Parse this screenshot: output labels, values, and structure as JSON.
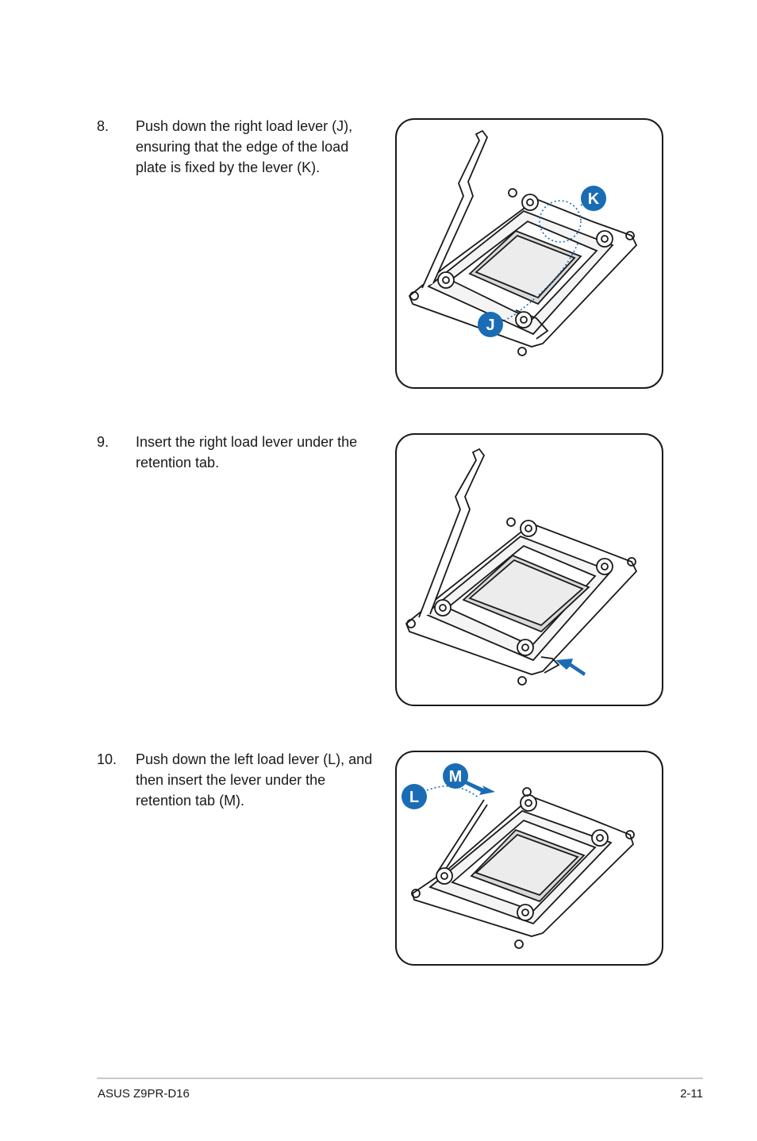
{
  "steps": [
    {
      "number": "8.",
      "text": "Push down the right load lever (J), ensuring that the edge of the load plate is fixed by the lever (K)."
    },
    {
      "number": "9.",
      "text": "Insert the right load lever under the retention tab."
    },
    {
      "number": "10.",
      "text": "Push down the left load lever (L), and then insert the lever under the retention tab (M)."
    }
  ],
  "callouts": {
    "fig1_k": "K",
    "fig1_j": "J",
    "fig3_m": "M",
    "fig3_l": "L"
  },
  "colors": {
    "callout_blue": "#1a6db5",
    "line": "#1a1a1a",
    "fill_light": "#f0f0f0",
    "fill_mid": "#d9d9d9"
  },
  "footer": {
    "left": "ASUS Z9PR-D16",
    "right": "2-11"
  }
}
